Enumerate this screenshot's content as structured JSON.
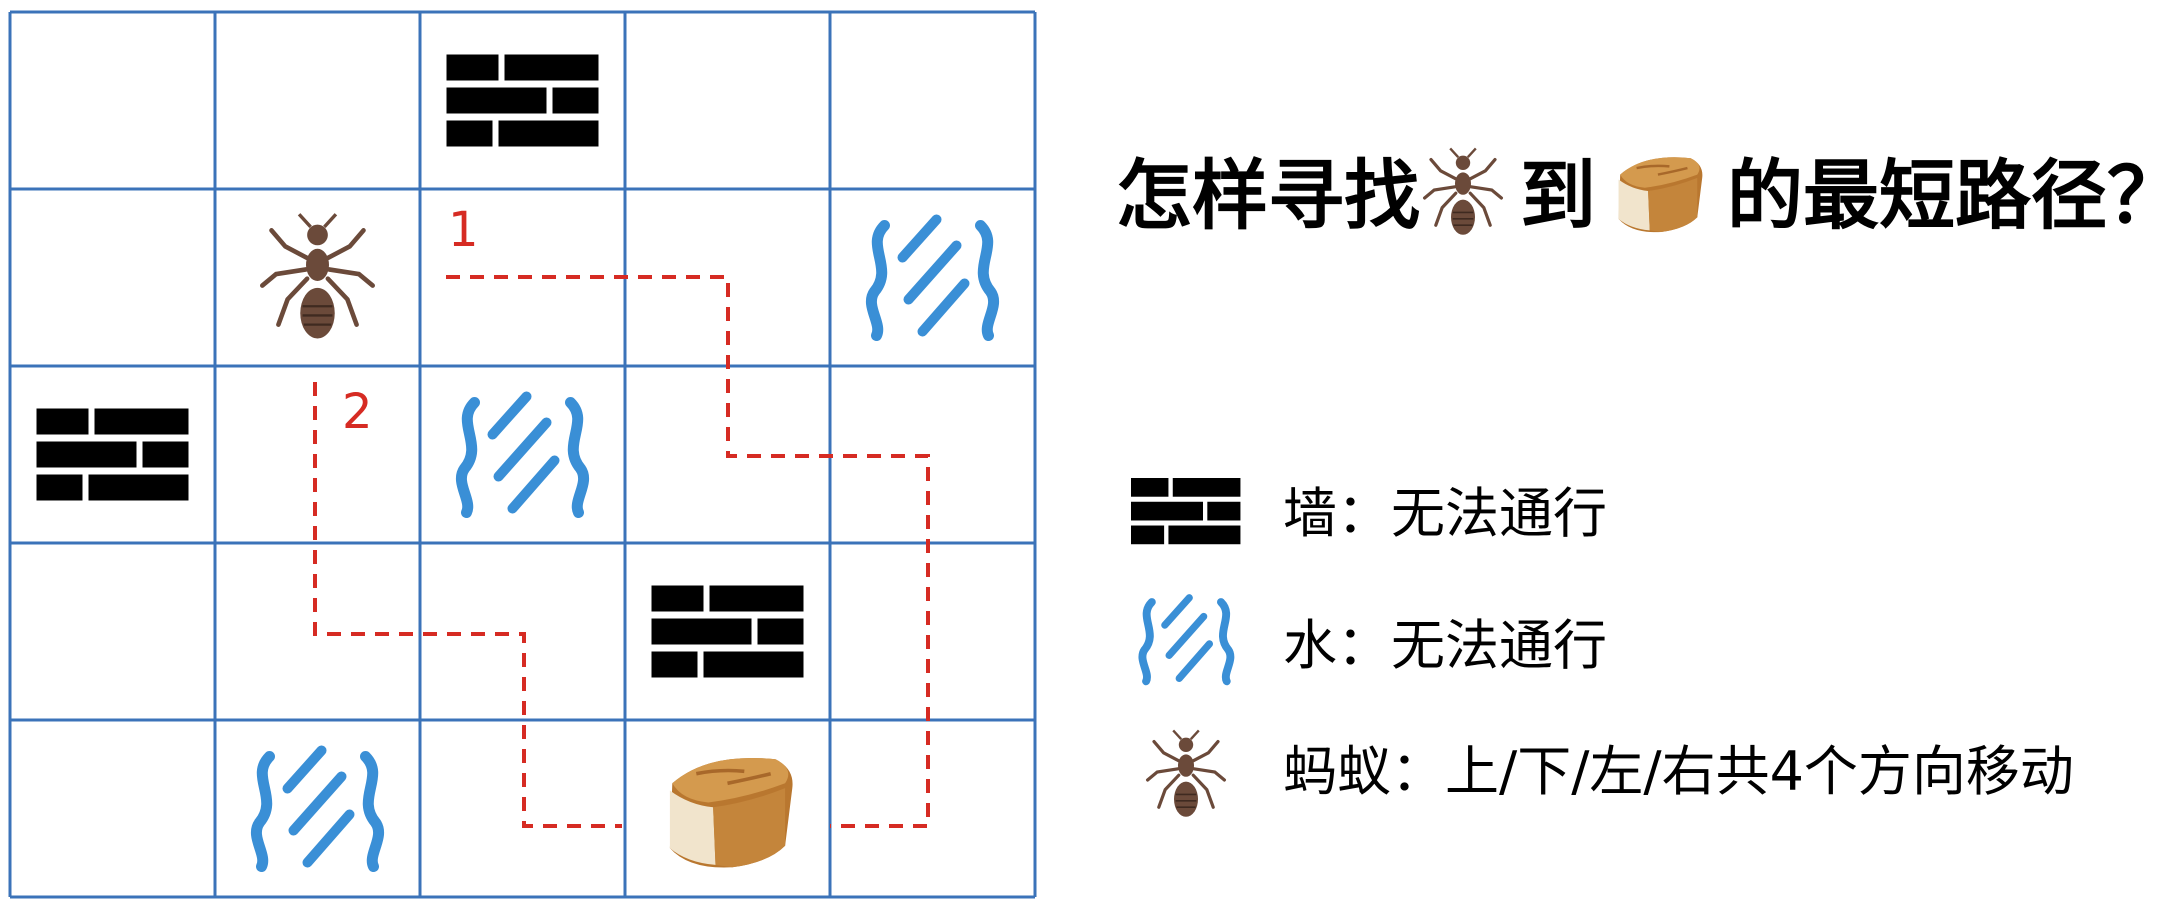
{
  "title": {
    "part1": "怎样寻找",
    "part2": "到",
    "part3": "的最短路径？",
    "ant_icon": "ant-icon",
    "bread_icon": "bread-icon"
  },
  "grid": {
    "rows": 5,
    "cols": 5,
    "cells": [
      [
        "empty",
        "empty",
        "wall",
        "empty",
        "empty"
      ],
      [
        "empty",
        "ant",
        "empty",
        "empty",
        "water"
      ],
      [
        "wall",
        "empty",
        "water",
        "empty",
        "empty"
      ],
      [
        "empty",
        "empty",
        "empty",
        "wall",
        "empty"
      ],
      [
        "empty",
        "water",
        "empty",
        "bread",
        "empty"
      ]
    ],
    "line_color": "#3b73b9"
  },
  "paths": {
    "color": "#d62b23",
    "labels": [
      "1",
      "2"
    ]
  },
  "legend": [
    {
      "icon": "wall-icon",
      "text": "墙：无法通行"
    },
    {
      "icon": "water-icon",
      "text": "水：无法通行"
    },
    {
      "icon": "ant-icon",
      "text": "蚂蚁：上/下/左/右共4个方向移动"
    }
  ],
  "colors": {
    "wall": "#000000",
    "water": "#3a8fd6",
    "ant": "#6b4a3a",
    "bread_crust": "#c98a3a",
    "bread_inside": "#f3e7d3"
  }
}
